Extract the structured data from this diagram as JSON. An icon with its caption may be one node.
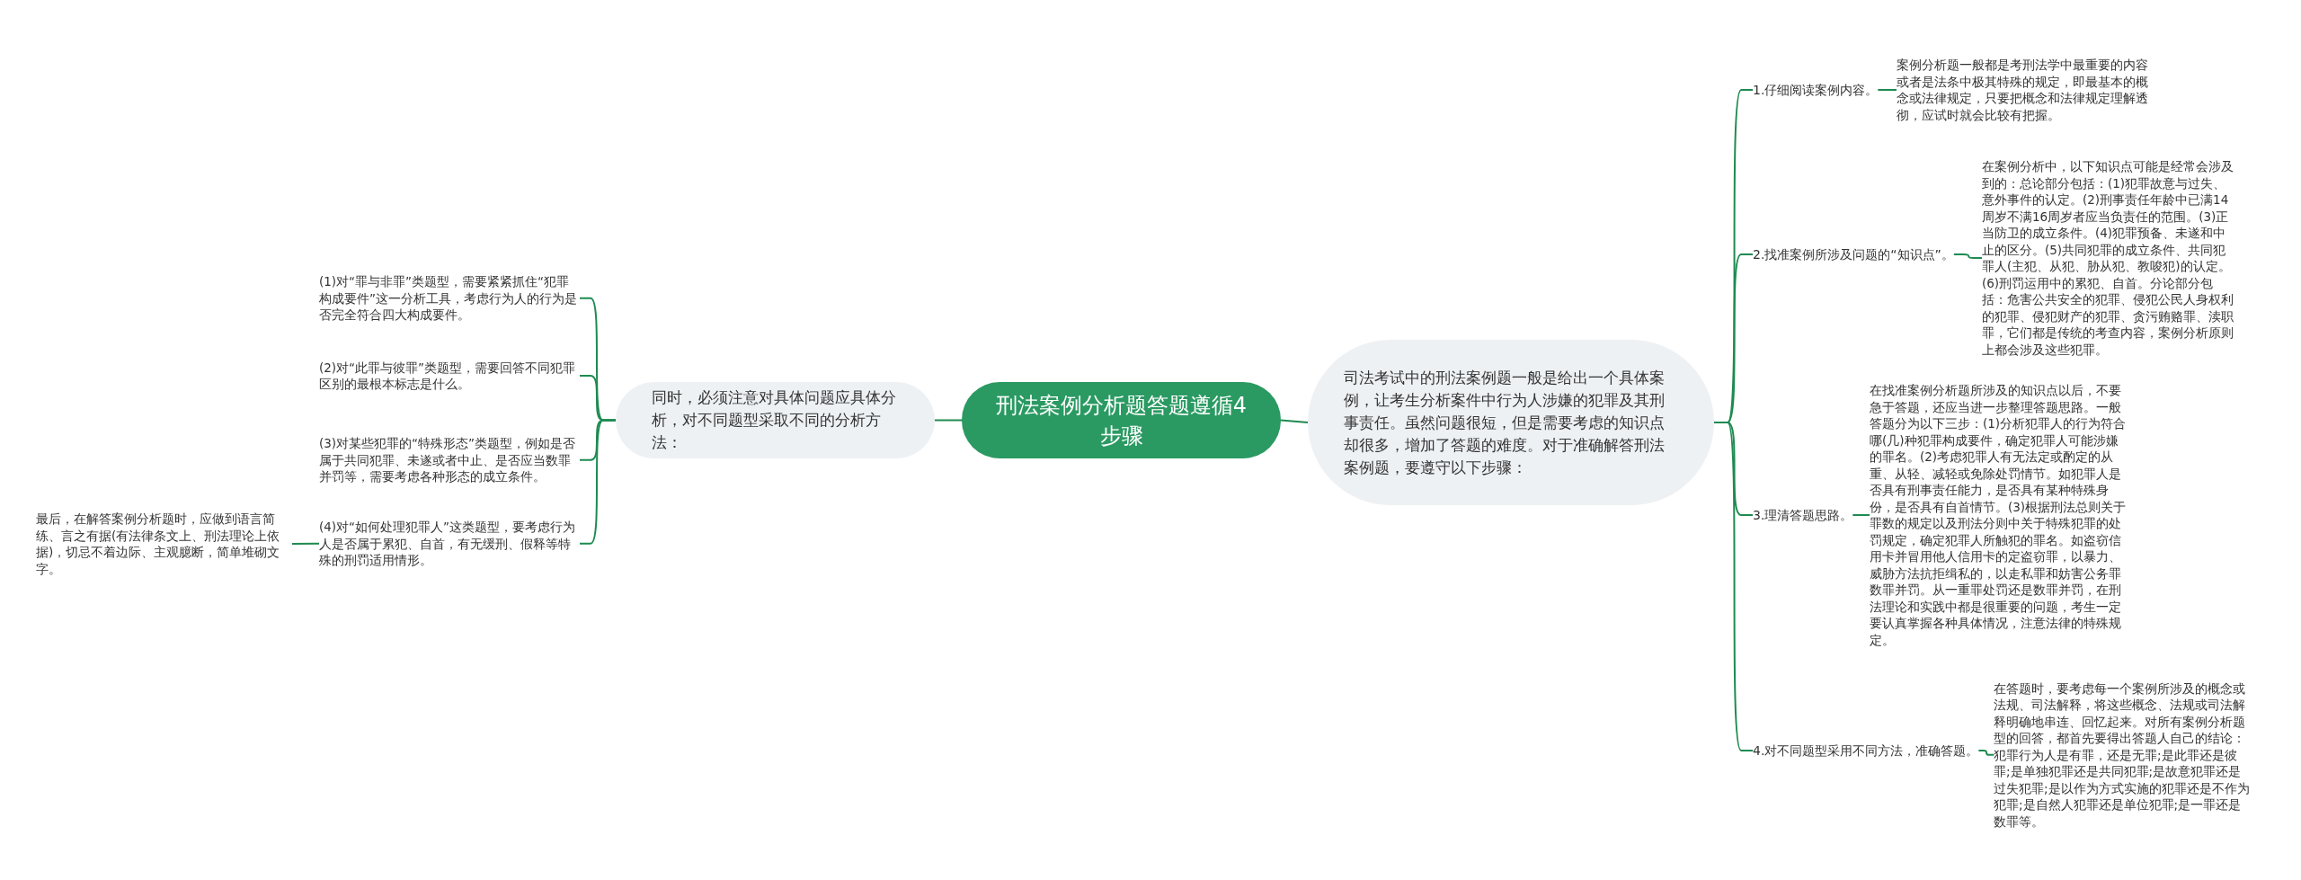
{
  "diagram": {
    "nodes": [
      {
        "text": [
          "刑法案例分析题答题遵循4步骤"
        ]
      },
      {
        "text": [
          "司法考试中的刑法案例题一般是给出一个具体案例，让考生分析案件中行为人涉嫌的犯罪及其刑事责任。虽然问题很短，但是需要考虑的知识点却很多，增加了答题的难度。对于准确解答刑法案例题，要遵守以下步骤："
        ]
      },
      {
        "text": [
          "1.仔细阅读案例内容。"
        ]
      },
      {
        "text": [
          "案例分析题一般都是考刑法学中最重要的内容或者是法条中极其特殊的规定，即最基本的概念或法律规定，只要把概念和法律规定理解透彻，应试时就会比较有把握。"
        ]
      },
      {
        "text": [
          "2.找准案例所涉及问题的“知识点”。"
        ]
      },
      {
        "text": [
          "在案例分析中，以下知识点可能是经常会涉及到的：总论部分包括：(1)犯罪故意与过失、意外事件的认定。(2)刑事责任年龄中已满14周岁不满16周岁者应当负责任的范围。(3)正当防卫的成立条件。(4)犯罪预备、未遂和中止的区分。(5)共同犯罪的成立条件、共同犯罪人(主犯、从犯、胁从犯、教唆犯)的认定。(6)刑罚运用中的累犯、自首。分论部分包括：危害公共安全的犯罪、侵犯公民人身权利的犯罪、侵犯财产的犯罪、贪污贿赂罪、渎职罪，它们都是传统的考查内容，案例分析原则上都会涉及这些犯罪。"
        ]
      },
      {
        "text": [
          "3.理清答题思路。"
        ]
      },
      {
        "text": [
          "在找准案例分析题所涉及的知识点以后，不要急于答题，还应当进一步整理答题思路。一般答题分为以下三步：(1)分析犯罪人的行为符合哪(几)种犯罪构成要件，确定犯罪人可能涉嫌的罪名。(2)考虑犯罪人有无法定或酌定的从重、从轻、减轻或免除处罚情节。如犯罪人是否具有刑事责任能力，是否具有某种特殊身份，是否具有自首情节。(3)根据刑法总则关于罪数的规定以及刑法分则中关于特殊犯罪的处罚规定，确定犯罪人所触犯的罪名。如盗窃信用卡并冒用他人信用卡的定盗窃罪，以暴力、威胁方法抗拒缉私的，以走私罪和妨害公务罪数罪并罚。从一重罪处罚还是数罪并罚，在刑法理论和实践中都是很重要的问题，考生一定要认真掌握各种具体情况，注意法律的特殊规定。"
        ]
      },
      {
        "text": [
          "4.对不同题型采用不同方法，准确答题。"
        ]
      },
      {
        "text": [
          "在答题时，要考虑每一个案例所涉及的概念或法规、司法解释，将这些概念、法规或司法解释明确地串连、回忆起来。对所有案例分析题型的回答，都首先要得出答题人自己的结论：犯罪行为人是有罪，还是无罪;是此罪还是彼罪;是单独犯罪还是共同犯罪;是故意犯罪还是过失犯罪;是以作为方式实施的犯罪还是不作为犯罪;是自然人犯罪还是单位犯罪;是一罪还是数罪等。"
        ]
      },
      {
        "text": [
          "同时，必须注意对具体问题应具体分析，对不同题型采取不同的分析方法："
        ]
      },
      {
        "text": [
          "(1)对“罪与非罪”类题型，需要紧紧抓住“犯罪构成要件”这一分析工具，考虑行为人的行为是否完全符合四大构成要件。"
        ]
      },
      {
        "text": [
          "(2)对“此罪与彼罪”类题型，需要回答不同犯罪区别的最根本标志是什么。"
        ]
      },
      {
        "text": [
          "(3)对某些犯罪的“特殊形态”类题型，例如是否属于共同犯罪、未遂或者中止、是否应当数罪并罚等，需要考虑各种形态的成立条件。"
        ]
      },
      {
        "text": [
          "(4)对“如何处理犯罪人”这类题型，要考虑行为人是否属于累犯、自首，有无缓刑、假释等特殊的刑罚适用情形。"
        ]
      },
      {
        "text": [
          "最后，在解答案例分析题时，应做到语言简练、言之有据(有法律条文上、刑法理论上依据)，切忌不着边际、主观臆断，简单堆砌文字。"
        ]
      }
    ],
    "edges": [
      {
        "from": 0,
        "to": 1,
        "arrow": "none"
      },
      {
        "from": 1,
        "to": 2,
        "arrow": "none"
      },
      {
        "from": 2,
        "to": 3,
        "arrow": "none"
      },
      {
        "from": 1,
        "to": 4,
        "arrow": "none"
      },
      {
        "from": 4,
        "to": 5,
        "arrow": "none"
      },
      {
        "from": 1,
        "to": 6,
        "arrow": "none"
      },
      {
        "from": 6,
        "to": 7,
        "arrow": "none"
      },
      {
        "from": 1,
        "to": 8,
        "arrow": "none"
      },
      {
        "from": 8,
        "to": 9,
        "arrow": "none"
      },
      {
        "from": 0,
        "to": 10,
        "arrow": "none"
      },
      {
        "from": 10,
        "to": 11,
        "arrow": "none"
      },
      {
        "from": 10,
        "to": 12,
        "arrow": "none"
      },
      {
        "from": 10,
        "to": 13,
        "arrow": "none"
      },
      {
        "from": 10,
        "to": 14,
        "arrow": "none"
      },
      {
        "from": 14,
        "to": 15,
        "arrow": "none"
      }
    ]
  }
}
